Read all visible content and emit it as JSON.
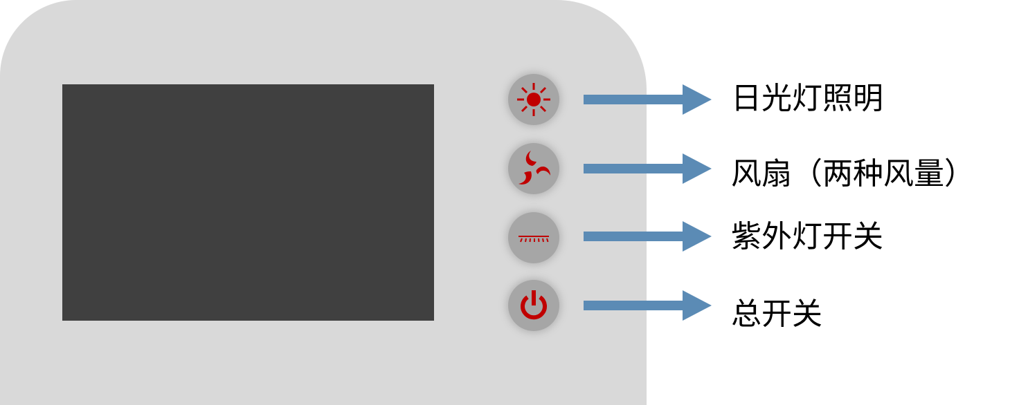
{
  "colors": {
    "panel": "#d9d9d9",
    "screen": "#404040",
    "button": "#a6a6a6",
    "icon": "#c00000",
    "arrow": "#5b8bb5",
    "label": "#000000"
  },
  "buttons": [
    {
      "icon": "sun-icon",
      "label": "日光灯照明"
    },
    {
      "icon": "fan-icon",
      "label": "风扇（两种风量）"
    },
    {
      "icon": "uv-lamp-icon",
      "label": "紫外灯开关"
    },
    {
      "icon": "power-icon",
      "label": "总开关"
    }
  ]
}
